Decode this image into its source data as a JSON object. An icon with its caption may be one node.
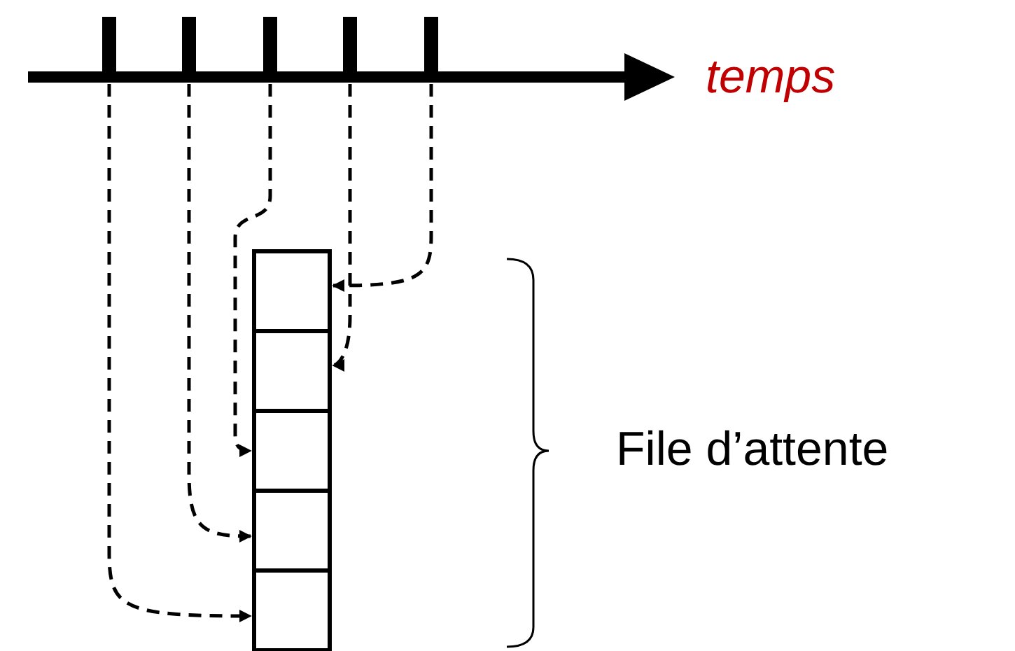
{
  "diagram": {
    "nodes": [
      {
        "text": [],
        "shape": "bar"
      },
      {
        "text": [],
        "shape": "bar"
      },
      {
        "text": [],
        "shape": "bar"
      },
      {
        "text": [],
        "shape": "bar"
      },
      {
        "text": [],
        "shape": "bar"
      },
      {
        "text": [],
        "shape": "box"
      },
      {
        "text": [],
        "shape": "box"
      },
      {
        "text": [],
        "shape": "box"
      },
      {
        "text": [],
        "shape": "box"
      },
      {
        "text": [],
        "shape": "box"
      }
    ],
    "edges": [
      {
        "from": 0,
        "to": 9,
        "arrow": "to",
        "style": "dashed"
      },
      {
        "from": 1,
        "to": 8,
        "arrow": "to",
        "style": "dashed"
      },
      {
        "from": 2,
        "to": 7,
        "arrow": "to",
        "style": "dashed"
      },
      {
        "from": 3,
        "to": 6,
        "arrow": "to",
        "style": "dashed"
      },
      {
        "from": 4,
        "to": 5,
        "arrow": "to",
        "style": "dashed"
      }
    ],
    "labels": [
      "temps",
      "File d’attente"
    ]
  }
}
